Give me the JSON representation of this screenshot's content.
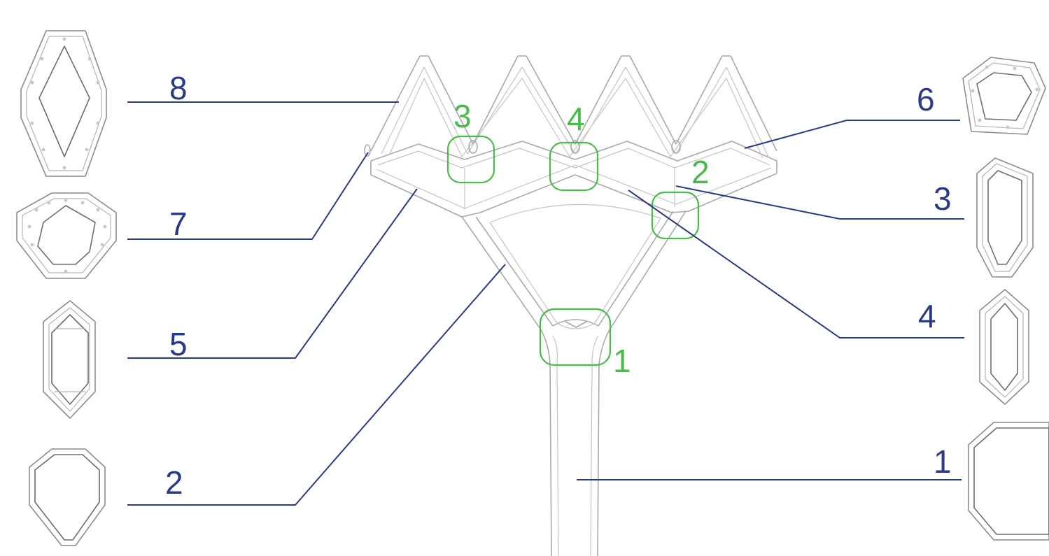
{
  "colors": {
    "leader": "#2a3a85",
    "highlight": "#4aba4a",
    "structure": "#a9a9a9",
    "section": "#8c8c8c"
  },
  "left_labels": {
    "l8": "8",
    "l7": "7",
    "l5": "5",
    "l2": "2"
  },
  "right_labels": {
    "r6": "6",
    "r3": "3",
    "r4": "4",
    "r1": "1"
  },
  "joints": {
    "j1": "1",
    "j2": "2",
    "j3": "3",
    "j4": "4"
  }
}
